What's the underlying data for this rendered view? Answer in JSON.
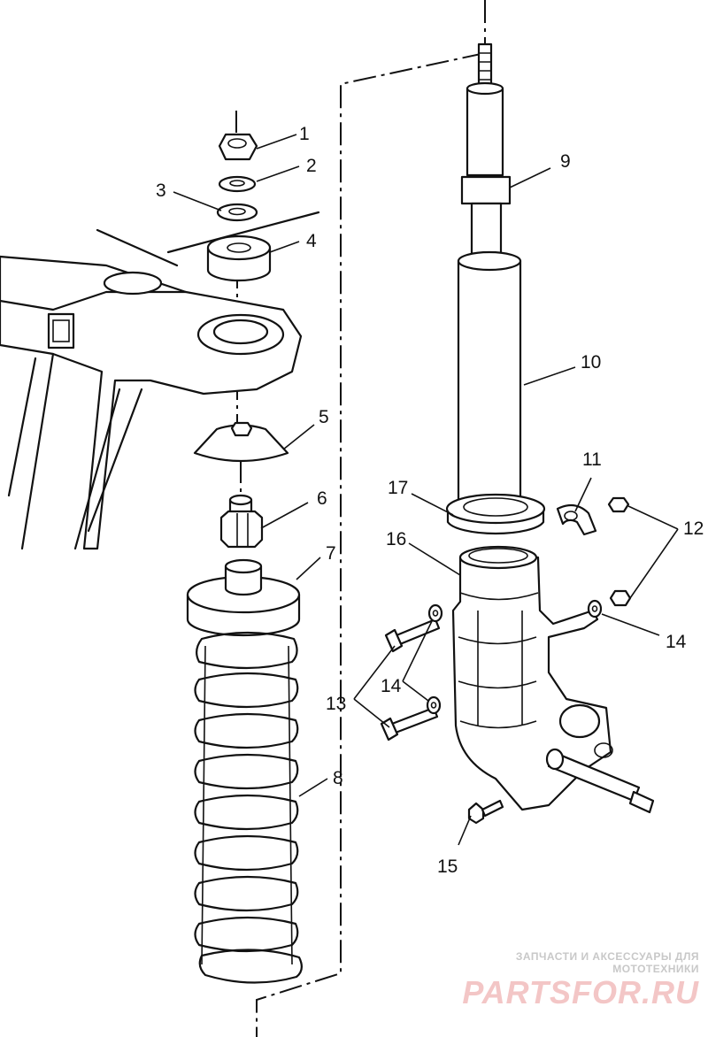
{
  "callouts": {
    "c1": "1",
    "c2": "2",
    "c3": "3",
    "c4": "4",
    "c5": "5",
    "c6": "6",
    "c7": "7",
    "c8": "8",
    "c9": "9",
    "c10": "10",
    "c11": "11",
    "c12": "12",
    "c13": "13",
    "c14a": "14",
    "c14b": "14",
    "c15": "15",
    "c16": "16",
    "c17": "17"
  },
  "watermark": {
    "subtitle": "ЗАПЧАСТИ И АКСЕССУАРЫ ДЛЯ МОТОТЕХНИКИ",
    "logo": "PARTSFOR.RU"
  },
  "colors": {
    "ink": "#111111",
    "background": "#ffffff",
    "watermark_logo": "#f3c6c6",
    "watermark_text": "#c8c8c8"
  }
}
